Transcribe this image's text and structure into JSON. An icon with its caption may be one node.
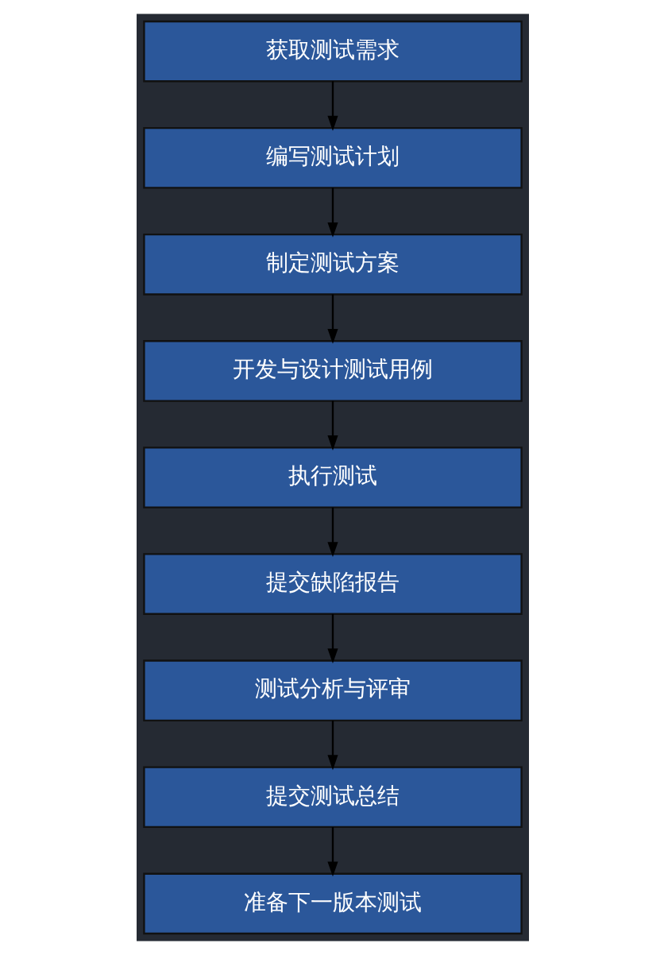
{
  "diagram": {
    "nodes": [
      {
        "text": [
          "获取测试需求"
        ]
      },
      {
        "text": [
          "编写测试计划"
        ]
      },
      {
        "text": [
          "制定测试方案"
        ]
      },
      {
        "text": [
          "开发与设计测试用例"
        ]
      },
      {
        "text": [
          "执行测试"
        ]
      },
      {
        "text": [
          "提交缺陷报告"
        ]
      },
      {
        "text": [
          "测试分析与评审"
        ]
      },
      {
        "text": [
          "提交测试总结"
        ]
      },
      {
        "text": [
          "准备下一版本测试"
        ]
      }
    ],
    "edges": [
      {
        "from": 0,
        "to": 1,
        "arrow": "to"
      },
      {
        "from": 1,
        "to": 2,
        "arrow": "to"
      },
      {
        "from": 2,
        "to": 3,
        "arrow": "to"
      },
      {
        "from": 3,
        "to": 4,
        "arrow": "to"
      },
      {
        "from": 4,
        "to": 5,
        "arrow": "to"
      },
      {
        "from": 5,
        "to": 6,
        "arrow": "to"
      },
      {
        "from": 6,
        "to": 7,
        "arrow": "to"
      },
      {
        "from": 7,
        "to": 8,
        "arrow": "to"
      }
    ]
  }
}
